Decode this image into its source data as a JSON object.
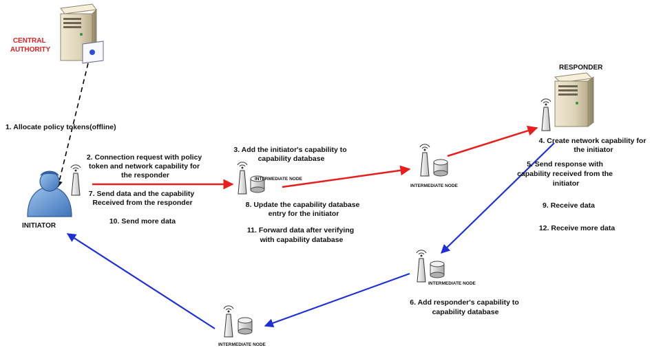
{
  "actors": {
    "central_authority": [
      "CENTRAL",
      "AUTHORITY"
    ],
    "responder": "RESPONDER",
    "initiator": "INITIATOR"
  },
  "node_label": "INTERMEDIATE NODE",
  "steps": {
    "s1": [
      "1. Allocate policy tokens(offline)"
    ],
    "s2": [
      "2. Connection request with policy",
      "token and network capability for",
      "the responder"
    ],
    "s7": [
      "7. Send data and the capability",
      "Received from the responder"
    ],
    "s10": [
      "10. Send more data"
    ],
    "s3": [
      "3. Add the initiator's capability to",
      "capability database"
    ],
    "s8": [
      "8. Update the capability database",
      "entry for the initiator"
    ],
    "s11": [
      "11. Forward data after verifying",
      "with capability database"
    ],
    "s4": [
      "4. Create network capability for",
      "the initiator"
    ],
    "s5": [
      "5. Send response with",
      "capability received from the",
      "initiator"
    ],
    "s9": [
      "9. Receive data"
    ],
    "s12": [
      "12. Receive more data"
    ],
    "s6": [
      "6. Add responder's capability to",
      "capability database"
    ]
  },
  "colors": {
    "forward_arrow": "#e61e1e",
    "return_arrow": "#1f2fd6",
    "offline_arrow": "#000000",
    "authority_label": "#e02020"
  }
}
